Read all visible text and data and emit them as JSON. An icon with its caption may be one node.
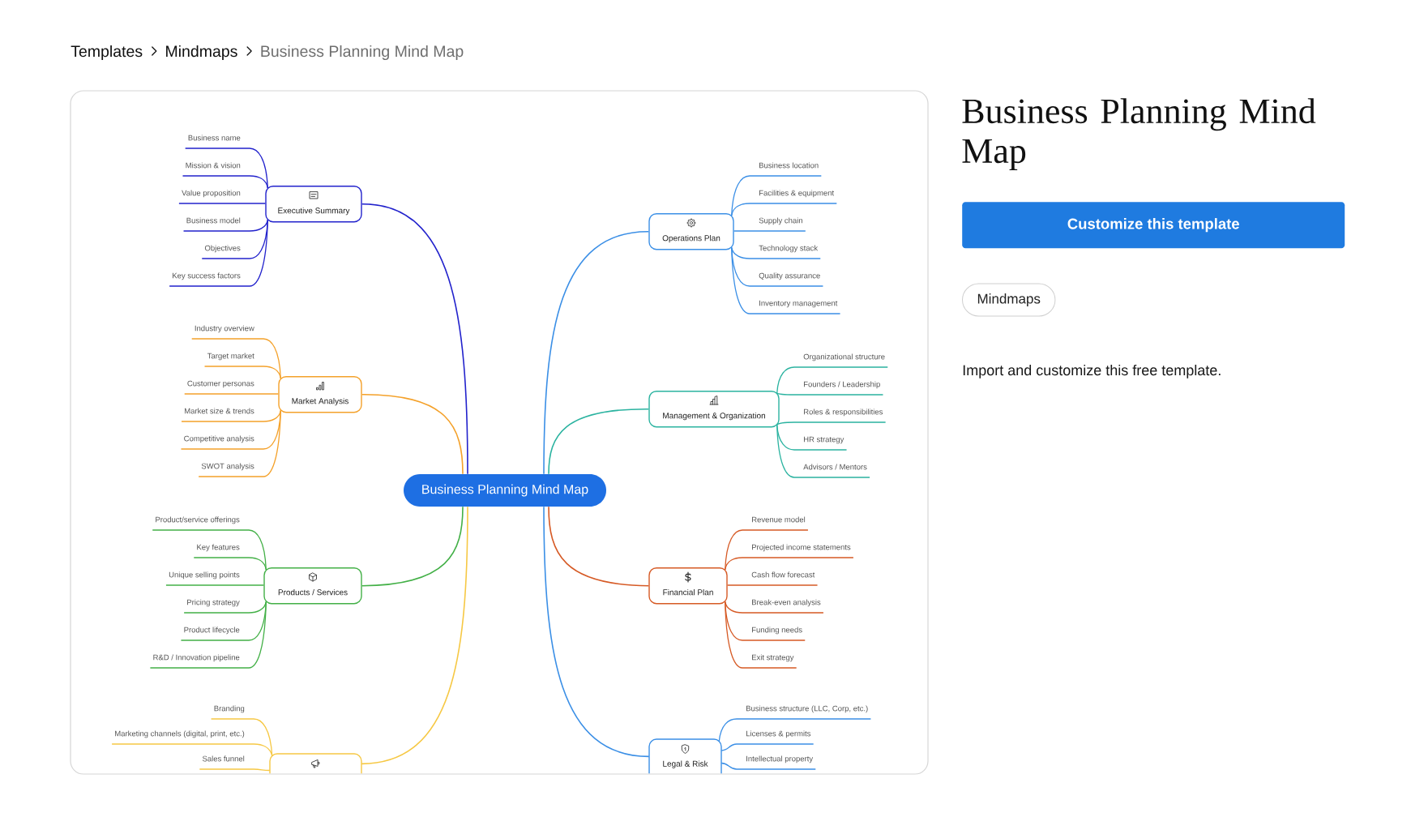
{
  "diagram": {
    "title": "Business Planning Mind Map",
    "nodes": [
      {
        "text": [
          "Business Planning Mind Map"
        ]
      },
      {
        "text": [
          "Executive Summary"
        ]
      },
      {
        "text": [
          "Business name"
        ]
      },
      {
        "text": [
          "Mission & vision"
        ]
      },
      {
        "text": [
          "Value proposition"
        ]
      },
      {
        "text": [
          "Business model"
        ]
      },
      {
        "text": [
          "Objectives"
        ]
      },
      {
        "text": [
          "Key success factors"
        ]
      },
      {
        "text": [
          "Market Analysis"
        ]
      },
      {
        "text": [
          "Industry overview"
        ]
      },
      {
        "text": [
          "Target market"
        ]
      },
      {
        "text": [
          "Customer personas"
        ]
      },
      {
        "text": [
          "Market size & trends"
        ]
      },
      {
        "text": [
          "Competitive analysis"
        ]
      },
      {
        "text": [
          "SWOT analysis"
        ]
      },
      {
        "text": [
          "Products / Services"
        ]
      },
      {
        "text": [
          "Product/service offerings"
        ]
      },
      {
        "text": [
          "Key features"
        ]
      },
      {
        "text": [
          "Unique selling points"
        ]
      },
      {
        "text": [
          "Pricing strategy"
        ]
      },
      {
        "text": [
          "Product lifecycle"
        ]
      },
      {
        "text": [
          "R&D / Innovation pipeline"
        ]
      },
      {
        "text": [],
        "shape": "box"
      },
      {
        "text": [
          "Branding"
        ]
      },
      {
        "text": [
          "Marketing channels (digital, print, etc.)"
        ]
      },
      {
        "text": [
          "Sales funnel"
        ]
      },
      {
        "text": [
          "Operations Plan"
        ]
      },
      {
        "text": [
          "Business location"
        ]
      },
      {
        "text": [
          "Facilities & equipment"
        ]
      },
      {
        "text": [
          "Supply chain"
        ]
      },
      {
        "text": [
          "Technology stack"
        ]
      },
      {
        "text": [
          "Quality assurance"
        ]
      },
      {
        "text": [
          "Inventory management"
        ]
      },
      {
        "text": [
          "Management & Organization"
        ]
      },
      {
        "text": [
          "Organizational structure"
        ]
      },
      {
        "text": [
          "Founders / Leadership"
        ]
      },
      {
        "text": [
          "Roles & responsibilities"
        ]
      },
      {
        "text": [
          "HR strategy"
        ]
      },
      {
        "text": [
          "Advisors / Mentors"
        ]
      },
      {
        "text": [
          "Financial Plan"
        ]
      },
      {
        "text": [
          "Revenue model"
        ]
      },
      {
        "text": [
          "Projected income statements"
        ]
      },
      {
        "text": [
          "Cash flow forecast"
        ]
      },
      {
        "text": [
          "Break-even analysis"
        ]
      },
      {
        "text": [
          "Funding needs"
        ]
      },
      {
        "text": [
          "Exit strategy"
        ]
      },
      {
        "text": [
          "Legal & Risk"
        ]
      },
      {
        "text": [
          "Business structure (LLC, Corp, etc.)"
        ]
      },
      {
        "text": [
          "Licenses & permits"
        ]
      },
      {
        "text": [
          "Intellectual property"
        ]
      },
      {
        "text": [
          "Customize this template"
        ]
      },
      {
        "text": [
          "Mindmaps"
        ]
      }
    ],
    "edges": [
      {
        "from": 0,
        "to": 1,
        "arrow": "none",
        "color": "#2222cc"
      },
      {
        "from": 1,
        "to": 2,
        "arrow": "none",
        "color": "#2222cc"
      },
      {
        "from": 1,
        "to": 3,
        "arrow": "none",
        "color": "#2222cc"
      },
      {
        "from": 1,
        "to": 4,
        "arrow": "none",
        "color": "#2222cc"
      },
      {
        "from": 1,
        "to": 5,
        "arrow": "none",
        "color": "#2222cc"
      },
      {
        "from": 1,
        "to": 6,
        "arrow": "none",
        "color": "#2222cc"
      },
      {
        "from": 1,
        "to": 7,
        "arrow": "none",
        "color": "#2222cc"
      },
      {
        "from": 0,
        "to": 8,
        "arrow": "none",
        "color": "#f4a12a"
      },
      {
        "from": 8,
        "to": 9,
        "arrow": "none",
        "color": "#f4a12a"
      },
      {
        "from": 8,
        "to": 10,
        "arrow": "none",
        "color": "#f4a12a"
      },
      {
        "from": 8,
        "to": 11,
        "arrow": "none",
        "color": "#f4a12a"
      },
      {
        "from": 8,
        "to": 12,
        "arrow": "none",
        "color": "#f4a12a"
      },
      {
        "from": 8,
        "to": 13,
        "arrow": "none",
        "color": "#f4a12a"
      },
      {
        "from": 8,
        "to": 14,
        "arrow": "none",
        "color": "#f4a12a"
      },
      {
        "from": 0,
        "to": 15,
        "arrow": "none",
        "color": "#43b047"
      },
      {
        "from": 15,
        "to": 16,
        "arrow": "none",
        "color": "#43b047"
      },
      {
        "from": 15,
        "to": 17,
        "arrow": "none",
        "color": "#43b047"
      },
      {
        "from": 15,
        "to": 18,
        "arrow": "none",
        "color": "#43b047"
      },
      {
        "from": 15,
        "to": 19,
        "arrow": "none",
        "color": "#43b047"
      },
      {
        "from": 15,
        "to": 20,
        "arrow": "none",
        "color": "#43b047"
      },
      {
        "from": 15,
        "to": 21,
        "arrow": "none",
        "color": "#43b047"
      },
      {
        "from": 0,
        "to": 22,
        "arrow": "none",
        "color": "#f6c844"
      },
      {
        "from": 22,
        "to": 23,
        "arrow": "none",
        "color": "#f6c844"
      },
      {
        "from": 22,
        "to": 24,
        "arrow": "none",
        "color": "#f6c844"
      },
      {
        "from": 22,
        "to": 25,
        "arrow": "none",
        "color": "#f6c844"
      },
      {
        "from": 0,
        "to": 26,
        "arrow": "none",
        "color": "#3b8fe6"
      },
      {
        "from": 26,
        "to": 27,
        "arrow": "none",
        "color": "#3b8fe6"
      },
      {
        "from": 26,
        "to": 28,
        "arrow": "none",
        "color": "#3b8fe6"
      },
      {
        "from": 26,
        "to": 29,
        "arrow": "none",
        "color": "#3b8fe6"
      },
      {
        "from": 26,
        "to": 30,
        "arrow": "none",
        "color": "#3b8fe6"
      },
      {
        "from": 26,
        "to": 31,
        "arrow": "none",
        "color": "#3b8fe6"
      },
      {
        "from": 26,
        "to": 32,
        "arrow": "none",
        "color": "#3b8fe6"
      },
      {
        "from": 0,
        "to": 33,
        "arrow": "none",
        "color": "#2bb3a0"
      },
      {
        "from": 33,
        "to": 34,
        "arrow": "none",
        "color": "#2bb3a0"
      },
      {
        "from": 33,
        "to": 35,
        "arrow": "none",
        "color": "#2bb3a0"
      },
      {
        "from": 33,
        "to": 36,
        "arrow": "none",
        "color": "#2bb3a0"
      },
      {
        "from": 33,
        "to": 37,
        "arrow": "none",
        "color": "#2bb3a0"
      },
      {
        "from": 33,
        "to": 38,
        "arrow": "none",
        "color": "#2bb3a0"
      },
      {
        "from": 0,
        "to": 39,
        "arrow": "none",
        "color": "#d65a25"
      },
      {
        "from": 39,
        "to": 40,
        "arrow": "none",
        "color": "#d65a25"
      },
      {
        "from": 39,
        "to": 41,
        "arrow": "none",
        "color": "#d65a25"
      },
      {
        "from": 39,
        "to": 42,
        "arrow": "none",
        "color": "#d65a25"
      },
      {
        "from": 39,
        "to": 43,
        "arrow": "none",
        "color": "#d65a25"
      },
      {
        "from": 39,
        "to": 44,
        "arrow": "none",
        "color": "#d65a25"
      },
      {
        "from": 39,
        "to": 45,
        "arrow": "none",
        "color": "#d65a25"
      },
      {
        "from": 0,
        "to": 46,
        "arrow": "none",
        "color": "#3b8fe6"
      },
      {
        "from": 46,
        "to": 47,
        "arrow": "none",
        "color": "#3b8fe6"
      },
      {
        "from": 46,
        "to": 48,
        "arrow": "none",
        "color": "#3b8fe6"
      },
      {
        "from": 46,
        "to": 49,
        "arrow": "none",
        "color": "#3b8fe6"
      }
    ],
    "labels": [
      "Templates",
      "Mindmaps",
      "Business Planning Mind Map",
      "Import and customize this free template."
    ]
  }
}
